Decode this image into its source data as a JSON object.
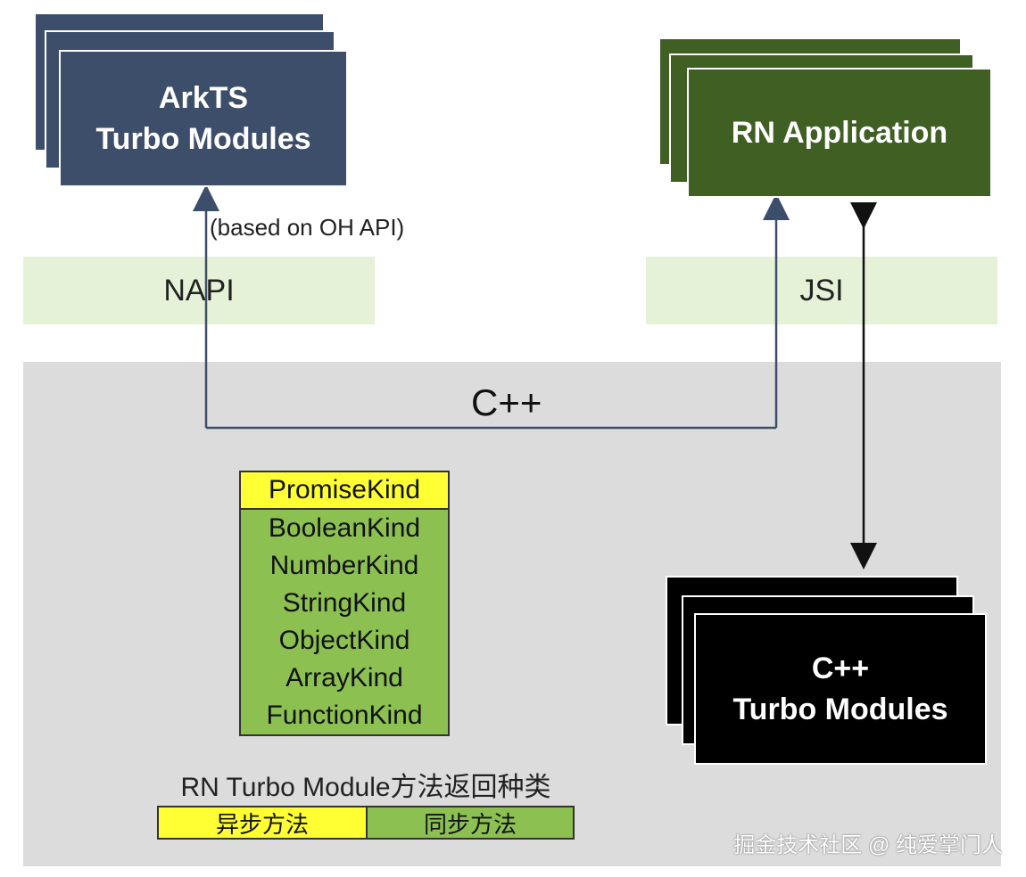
{
  "arkts_card": {
    "line1": "ArkTS",
    "line2": "Turbo Modules"
  },
  "rn_app_card": {
    "label": "RN Application"
  },
  "cpp_card": {
    "line1": "C++",
    "line2": "Turbo Modules"
  },
  "napi_band": {
    "label": "NAPI"
  },
  "jsi_band": {
    "label": "JSI"
  },
  "cpp_region": {
    "label": "C++"
  },
  "arkts_edge": {
    "label": "(based on OH API)"
  },
  "kinds_table": {
    "async_kind": "PromiseKind",
    "sync_kinds": [
      "BooleanKind",
      "NumberKind",
      "StringKind",
      "ObjectKind",
      "ArrayKind",
      "FunctionKind"
    ]
  },
  "legend": {
    "title": "RN Turbo Module方法返回种类",
    "async_label": "异步方法",
    "sync_label": "同步方法"
  },
  "watermark": "掘金技术社区 @ 纯爱掌门人",
  "colors": {
    "arkts_card": "#3d4e6a",
    "rn_app_card": "#3f5f23",
    "cpp_card": "#000000",
    "band": "#e6f2d8",
    "cpp_region": "#dcdcdc",
    "async_highlight": "#ffff33",
    "sync_highlight": "#8cc152",
    "arrow": "#3d4e6a"
  }
}
